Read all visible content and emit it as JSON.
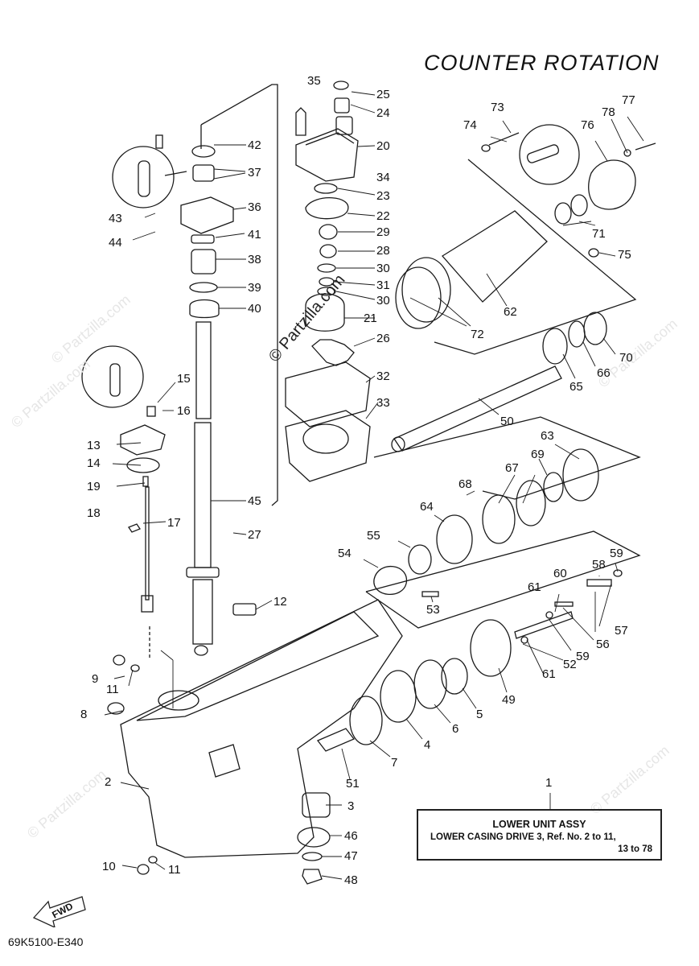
{
  "title": "COUNTER ROTATION",
  "diagram_code": "69K5100-E340",
  "fwd_label": "FWD",
  "watermark": "© Partzilla.com",
  "reference_box": {
    "part_number": "1",
    "title": "LOWER UNIT ASSY",
    "description": "LOWER CASING DRIVE 3,  Ref. No. 2 to 11,",
    "description_cont": "13 to 78"
  },
  "callouts": {
    "c2": "2",
    "c3": "3",
    "c4": "4",
    "c5": "5",
    "c6": "6",
    "c7": "7",
    "c8": "8",
    "c9": "9",
    "c10": "10",
    "c11a": "11",
    "c11b": "11",
    "c12": "12",
    "c13": "13",
    "c14": "14",
    "c15": "15",
    "c16": "16",
    "c17": "17",
    "c18": "18",
    "c19": "19",
    "c20": "20",
    "c21": "21",
    "c22": "22",
    "c23": "23",
    "c24": "24",
    "c25": "25",
    "c26": "26",
    "c27": "27",
    "c28": "28",
    "c29": "29",
    "c30a": "30",
    "c30b": "30",
    "c31": "31",
    "c32": "32",
    "c33": "33",
    "c34": "34",
    "c35": "35",
    "c36": "36",
    "c37": "37",
    "c38": "38",
    "c39": "39",
    "c40": "40",
    "c41": "41",
    "c42": "42",
    "c43": "43",
    "c44": "44",
    "c45": "45",
    "c46": "46",
    "c47": "47",
    "c48": "48",
    "c49": "49",
    "c50": "50",
    "c51": "51",
    "c52": "52",
    "c53": "53",
    "c54": "54",
    "c55": "55",
    "c56": "56",
    "c57": "57",
    "c58": "58",
    "c59a": "59",
    "c59b": "59",
    "c60": "60",
    "c61a": "61",
    "c61b": "61",
    "c62": "62",
    "c63": "63",
    "c64": "64",
    "c65": "65",
    "c66": "66",
    "c67": "67",
    "c68": "68",
    "c69": "69",
    "c70": "70",
    "c71": "71",
    "c72": "72",
    "c73": "73",
    "c74": "74",
    "c75": "75",
    "c76": "76",
    "c77": "77",
    "c78": "78"
  }
}
